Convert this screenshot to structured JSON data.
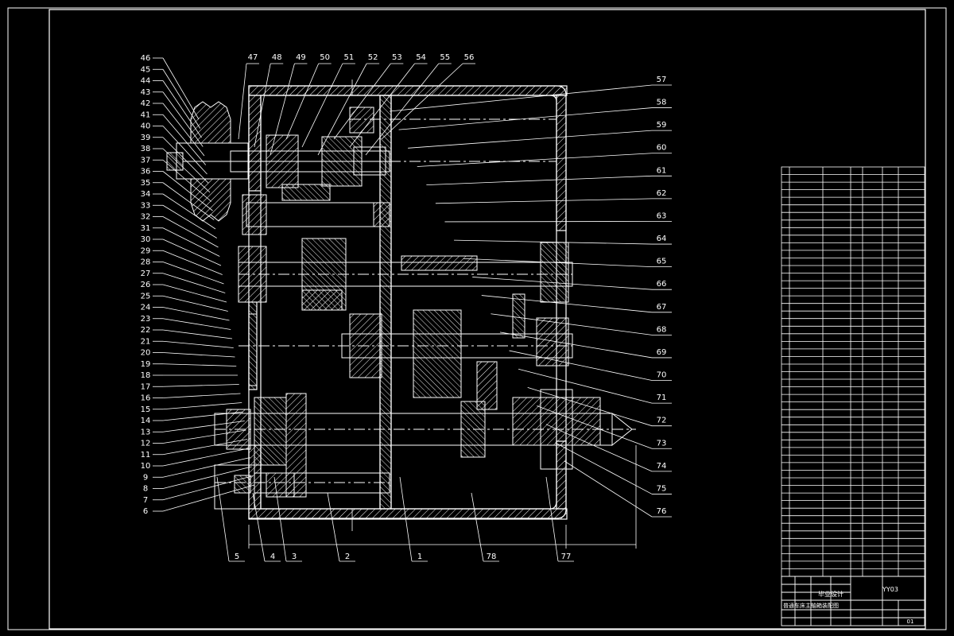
{
  "colors": {
    "background": "#000000",
    "line": "#ffffff",
    "hatch": "#ffffff",
    "border": "#ffffff"
  },
  "drawing": {
    "leader_numbers_left": [
      "46",
      "45",
      "44",
      "43",
      "42",
      "41",
      "40",
      "39",
      "38",
      "37",
      "36",
      "35",
      "34",
      "33",
      "32",
      "31",
      "30",
      "29",
      "28",
      "27",
      "26",
      "25",
      "24",
      "23",
      "22",
      "21",
      "20",
      "19",
      "18",
      "17",
      "16",
      "15",
      "14",
      "13",
      "12",
      "11",
      "10",
      "9",
      "8",
      "7",
      "6"
    ],
    "leader_numbers_top": [
      "47",
      "48",
      "49",
      "50",
      "51",
      "52",
      "53",
      "54",
      "55",
      "56"
    ],
    "leader_numbers_right": [
      "57",
      "58",
      "59",
      "60",
      "61",
      "62",
      "63",
      "64",
      "65",
      "66",
      "67",
      "68",
      "69",
      "70",
      "71",
      "72",
      "73",
      "74",
      "75",
      "76"
    ],
    "leader_numbers_bottom": [
      "5",
      "4",
      "3",
      "2",
      "1",
      "78",
      "77"
    ]
  },
  "title_block": {
    "title_text": "毕业设计",
    "drawing_no": "YY03",
    "subtitle_text": "普通车床主轴箱装配图",
    "sheet_text": "01"
  }
}
